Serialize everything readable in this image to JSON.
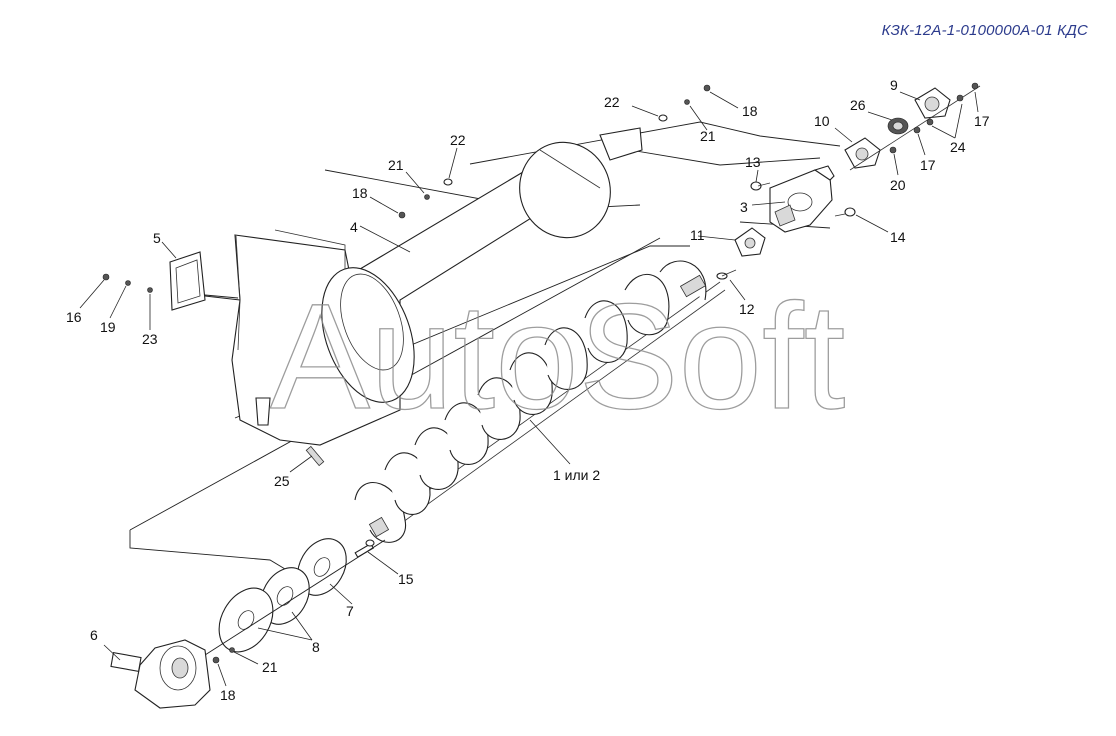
{
  "document": {
    "code": "КЗК-12А-1-0100000А-01 КДС"
  },
  "watermark": {
    "text": "AutoSoft"
  },
  "callouts": [
    {
      "id": "c9",
      "text": "9"
    },
    {
      "id": "c26",
      "text": "26"
    },
    {
      "id": "c10",
      "text": "10"
    },
    {
      "id": "c17a",
      "text": "17"
    },
    {
      "id": "c24",
      "text": "24"
    },
    {
      "id": "c17b",
      "text": "17"
    },
    {
      "id": "c20",
      "text": "20"
    },
    {
      "id": "c22a",
      "text": "22"
    },
    {
      "id": "c18a",
      "text": "18"
    },
    {
      "id": "c21a",
      "text": "21"
    },
    {
      "id": "c13",
      "text": "13"
    },
    {
      "id": "c3",
      "text": "3"
    },
    {
      "id": "c14",
      "text": "14"
    },
    {
      "id": "c22b",
      "text": "22"
    },
    {
      "id": "c21b",
      "text": "21"
    },
    {
      "id": "c18b",
      "text": "18"
    },
    {
      "id": "c4",
      "text": "4"
    },
    {
      "id": "c11",
      "text": "11"
    },
    {
      "id": "c12",
      "text": "12"
    },
    {
      "id": "c5",
      "text": "5"
    },
    {
      "id": "c16",
      "text": "16"
    },
    {
      "id": "c19",
      "text": "19"
    },
    {
      "id": "c23",
      "text": "23"
    },
    {
      "id": "c25",
      "text": "25"
    },
    {
      "id": "c1or2",
      "text": "1 или 2"
    },
    {
      "id": "c15",
      "text": "15"
    },
    {
      "id": "c7",
      "text": "7"
    },
    {
      "id": "c8",
      "text": "8"
    },
    {
      "id": "c6",
      "text": "6"
    },
    {
      "id": "c21c",
      "text": "21"
    },
    {
      "id": "c18c",
      "text": "18"
    }
  ]
}
